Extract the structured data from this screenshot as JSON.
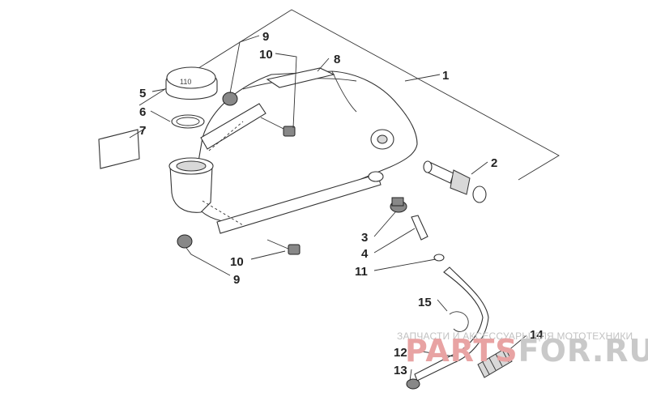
{
  "diagram": {
    "callouts": [
      "1",
      "2",
      "3",
      "4",
      "5",
      "6",
      "7",
      "8",
      "9",
      "10",
      "9",
      "10",
      "11",
      "12",
      "13",
      "14",
      "15"
    ],
    "cap_text": "110"
  },
  "watermark": {
    "tagline": "ЗАПЧАСТИ И АКСЕССУАРЫ ДЛЯ МОТОТЕХНИКИ",
    "logo_part1": "PARTS",
    "logo_part2": "FOR.RU",
    "colors": {
      "red": "#e8a3a3",
      "gray": "#c9c9c9"
    }
  }
}
